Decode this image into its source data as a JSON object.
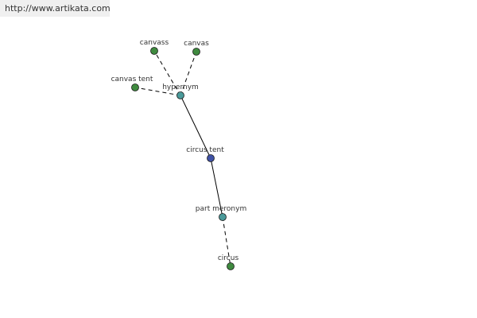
{
  "header": {
    "url": "http://www.artikata.com"
  },
  "graph": {
    "nodes": [
      {
        "id": "circus-tent",
        "label": "circus tent",
        "color": "#3f51a5"
      },
      {
        "id": "hypernym",
        "label": "hypernym",
        "color": "#4a9a9a"
      },
      {
        "id": "part-meronym",
        "label": "part meronym",
        "color": "#4a9a9a"
      },
      {
        "id": "canvass",
        "label": "canvass",
        "color": "#3f8a3f"
      },
      {
        "id": "canvas",
        "label": "canvas",
        "color": "#3f8a3f"
      },
      {
        "id": "canvas-tent",
        "label": "canvas tent",
        "color": "#3f8a3f"
      },
      {
        "id": "circus",
        "label": "circus",
        "color": "#3f8a3f"
      }
    ],
    "edges": [
      {
        "from": "circus-tent",
        "to": "hypernym",
        "style": "solid"
      },
      {
        "from": "circus-tent",
        "to": "part-meronym",
        "style": "solid"
      },
      {
        "from": "hypernym",
        "to": "canvass",
        "style": "dashed"
      },
      {
        "from": "hypernym",
        "to": "canvas",
        "style": "dashed"
      },
      {
        "from": "hypernym",
        "to": "canvas-tent",
        "style": "dashed"
      },
      {
        "from": "part-meronym",
        "to": "circus",
        "style": "dashed"
      }
    ]
  }
}
